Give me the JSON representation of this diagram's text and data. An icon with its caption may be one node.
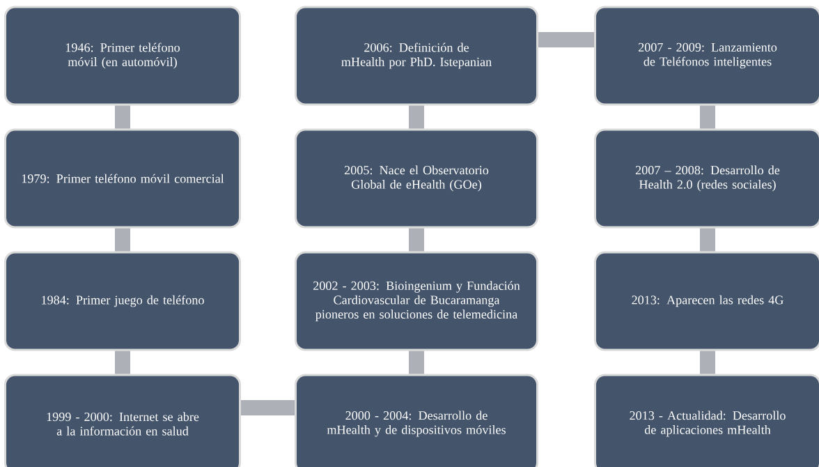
{
  "diagram": {
    "nodes": [
      {
        "text": [
          "1946: Primer teléfono móvil (en automóvil)"
        ]
      },
      {
        "text": [
          "1979: Primer teléfono móvil comercial"
        ]
      },
      {
        "text": [
          "1984: Primer juego de teléfono"
        ]
      },
      {
        "text": [
          "1999 - 2000: Internet se abre a la información en salud"
        ]
      },
      {
        "text": [
          "2000 - 2004: Desarrollo de mHealth y de dispositivos móviles"
        ]
      },
      {
        "text": [
          "2002 - 2003: Bioingenium y Fundación Cardiovascular de Bucaramanga pioneros en soluciones de telemedicina"
        ]
      },
      {
        "text": [
          "2005: Nace el Observatorio Global de eHealth (GOe)"
        ]
      },
      {
        "text": [
          "2006: Definición de mHealth por PhD. Istepanian"
        ]
      },
      {
        "text": [
          "2007 - 2009: Lanzamiento de Teléfonos inteligentes"
        ]
      },
      {
        "text": [
          "2007 – 2008: Desarrollo de Health 2.0 (redes sociales)"
        ]
      },
      {
        "text": [
          "2013: Aparecen las redes 4G"
        ]
      },
      {
        "text": [
          "2013 - Actualidad: Desarrollo de aplicaciones mHealth"
        ]
      }
    ],
    "edges": [
      {
        "from": 0,
        "to": 1,
        "arrow": "none"
      },
      {
        "from": 1,
        "to": 2,
        "arrow": "none"
      },
      {
        "from": 2,
        "to": 3,
        "arrow": "none"
      },
      {
        "from": 3,
        "to": 4,
        "arrow": "none"
      },
      {
        "from": 4,
        "to": 5,
        "arrow": "none"
      },
      {
        "from": 5,
        "to": 6,
        "arrow": "none"
      },
      {
        "from": 6,
        "to": 7,
        "arrow": "none"
      },
      {
        "from": 7,
        "to": 8,
        "arrow": "none"
      },
      {
        "from": 8,
        "to": 9,
        "arrow": "none"
      },
      {
        "from": 9,
        "to": 10,
        "arrow": "none"
      },
      {
        "from": 10,
        "to": 11,
        "arrow": "none"
      }
    ]
  }
}
